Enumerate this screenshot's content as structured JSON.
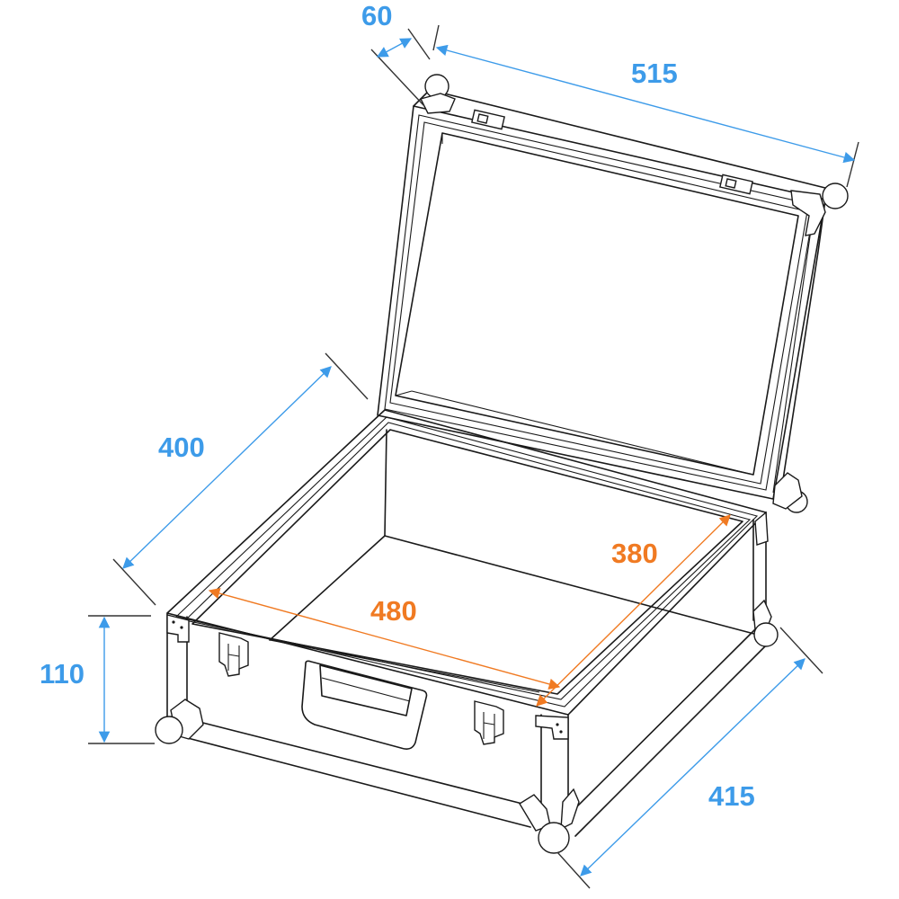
{
  "figure": {
    "subject": "Flight case with open lid — dimension drawing",
    "colors": {
      "outer_dimension": "#3d9be9",
      "inner_dimension": "#f07a22",
      "line_art": "#1a1a1a",
      "background": "#ffffff"
    }
  },
  "dimensions": {
    "outer": [
      {
        "id": "lid_height",
        "label": "60",
        "color": "#3d9be9"
      },
      {
        "id": "outer_width",
        "label": "515",
        "color": "#3d9be9"
      },
      {
        "id": "outer_depth_lid",
        "label": "400",
        "color": "#3d9be9"
      },
      {
        "id": "base_height",
        "label": "110",
        "color": "#3d9be9"
      },
      {
        "id": "outer_depth_base",
        "label": "415",
        "color": "#3d9be9"
      }
    ],
    "inner": [
      {
        "id": "inner_width",
        "label": "480",
        "color": "#f07a22"
      },
      {
        "id": "inner_depth",
        "label": "380",
        "color": "#f07a22"
      }
    ]
  }
}
